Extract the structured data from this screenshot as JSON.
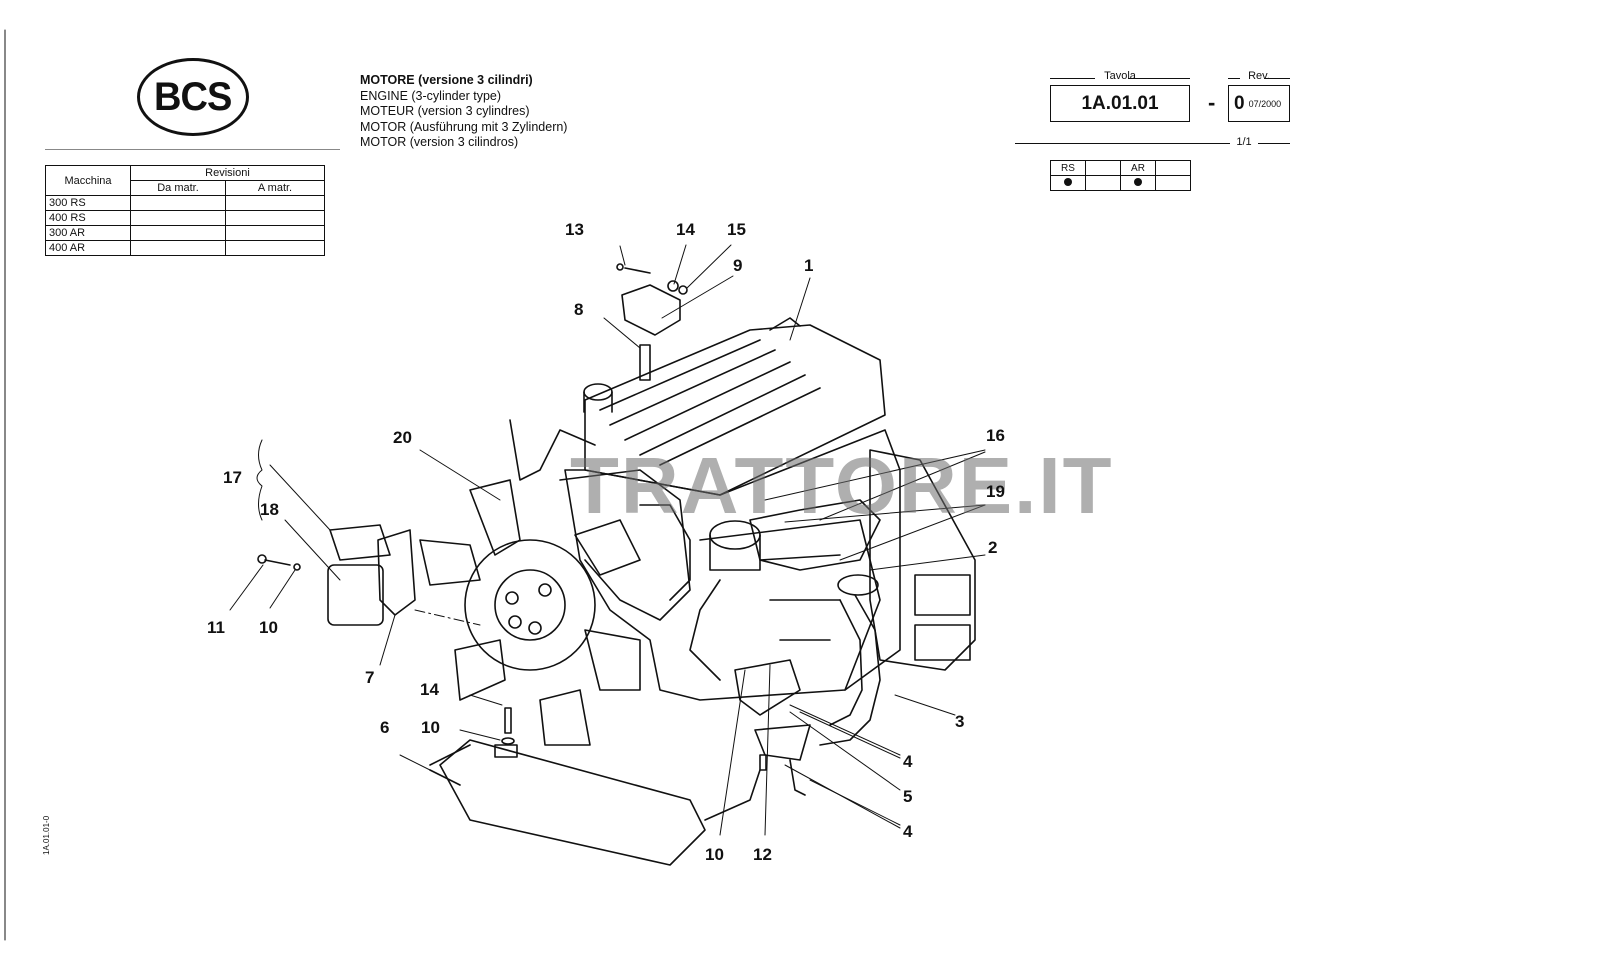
{
  "logo": {
    "text": "BCS"
  },
  "title": {
    "it": "MOTORE (versione 3 cilindri)",
    "en": "ENGINE  (3-cylinder type)",
    "fr": "MOTEUR (version 3 cylindres)",
    "de": "MOTOR (Ausführung mit 3 Zylindern)",
    "es": "MOTOR (version 3 cilindros)"
  },
  "machine_table": {
    "col_machine": "Macchina",
    "col_revisions": "Revisioni",
    "col_from": "Da matr.",
    "col_to": "A matr.",
    "rows": [
      "300 RS",
      "400 RS",
      "300 AR",
      "400 AR"
    ]
  },
  "sheet": {
    "tavola_label": "Tavola",
    "tavola_value": "1A.01.01",
    "rev_label": "Rev.",
    "rev_dash": "-",
    "rev_value": "0",
    "rev_date": "07/2000",
    "page": "1/1"
  },
  "model_table": {
    "cols": [
      "RS",
      "AR"
    ]
  },
  "watermark": "TRATTORE.IT",
  "side_code": "1A.01.01-0",
  "callouts": {
    "c1": "1",
    "c2": "2",
    "c3": "3",
    "c4a": "4",
    "c4b": "4",
    "c5": "5",
    "c6": "6",
    "c7": "7",
    "c8": "8",
    "c9": "9",
    "c10a": "10",
    "c10b": "10",
    "c10c": "10",
    "c11": "11",
    "c12": "12",
    "c13": "13",
    "c14a": "14",
    "c14b": "14",
    "c15": "15",
    "c16": "16",
    "c17": "17",
    "c18": "18",
    "c19": "19",
    "c20": "20"
  }
}
